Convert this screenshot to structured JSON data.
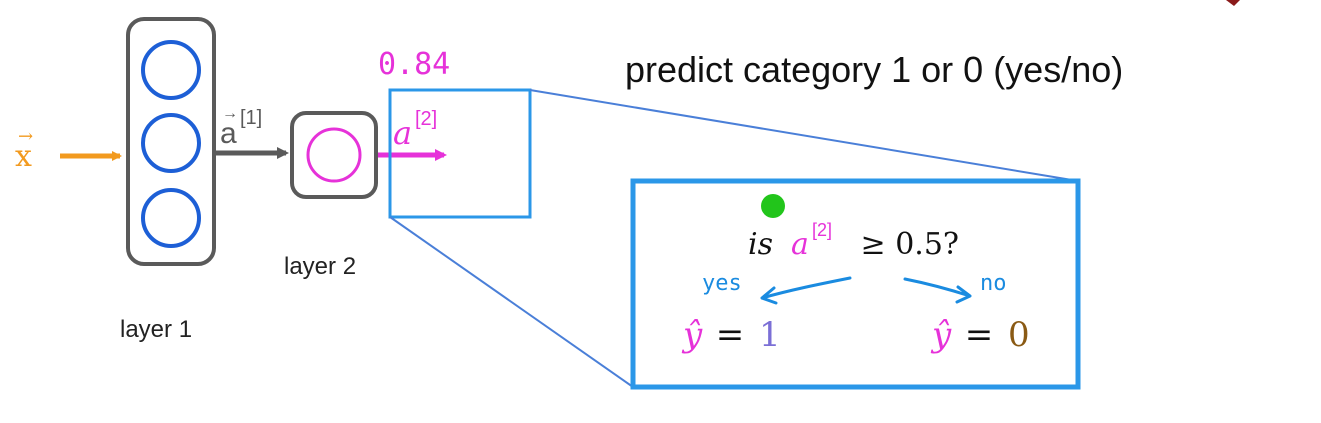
{
  "colors": {
    "orange": "#f29a1f",
    "blue_neuron": "#1d5fd6",
    "magenta": "#e632d9",
    "gray": "#5a5a5a",
    "zoom_blue": "#2b97e8",
    "label_blue": "#1a8be0",
    "purple_one": "#7b6fd6",
    "brown_zero": "#8a5a14",
    "green_dot": "#22c51b",
    "title_red": "#8a1a1a"
  },
  "input": {
    "symbol": "x",
    "arrow": "→"
  },
  "layer1": {
    "label": "layer 1",
    "neuron_count": 3,
    "output_symbol": "a",
    "output_arrow": "→",
    "output_superscript": "[1]"
  },
  "layer2": {
    "label": "layer 2",
    "output_symbol": "a",
    "output_superscript": "[2]",
    "output_value": "0.84"
  },
  "header": {
    "text": "predict category 1 or 0 (yes/no)"
  },
  "zoom_box": {
    "question_prefix": "is",
    "question_symbol": "a",
    "question_superscript": "[2]",
    "question_suffix": " ≥ 0.5?",
    "yes_label": "yes",
    "no_label": "no",
    "yhat": "ŷ",
    "equals": " = ",
    "yes_value": "1",
    "no_value": "0"
  }
}
